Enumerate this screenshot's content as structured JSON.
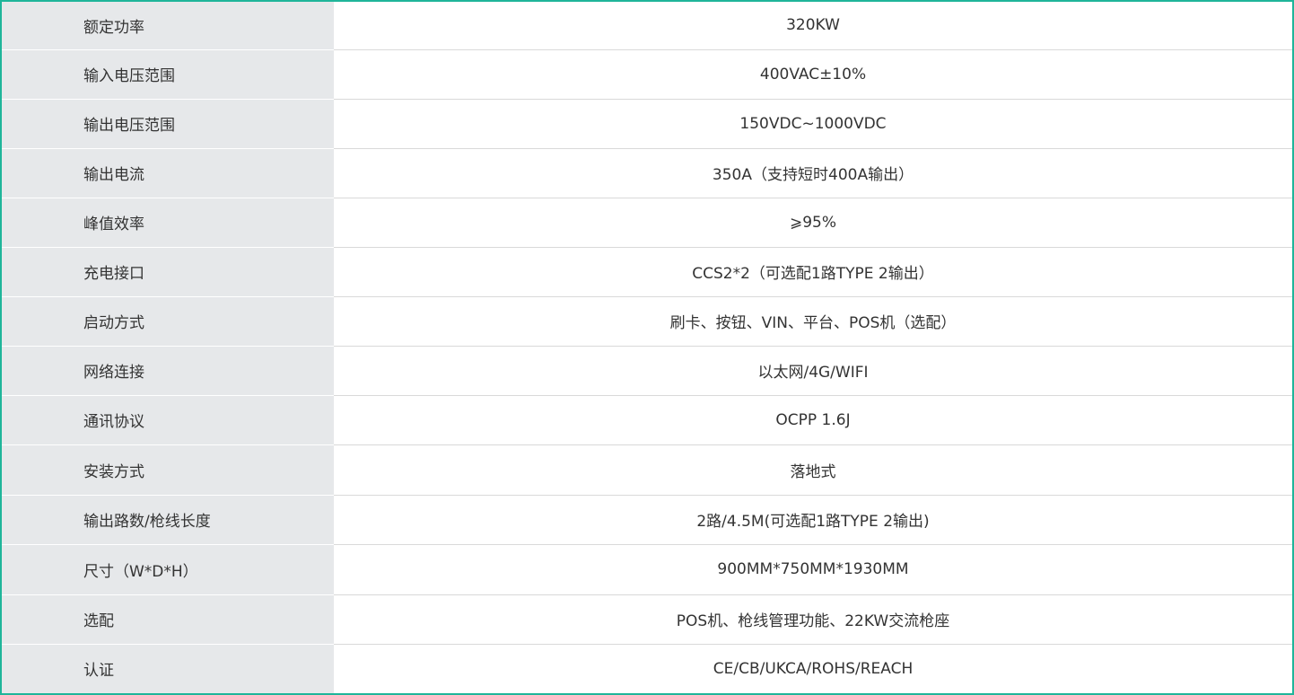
{
  "specs": [
    {
      "label": "额定功率",
      "value": "320KW"
    },
    {
      "label": "输入电压范围",
      "value": "400VAC±10%"
    },
    {
      "label": "输出电压范围",
      "value": "150VDC~1000VDC"
    },
    {
      "label": "输出电流",
      "value": "350A（支持短时400A输出）"
    },
    {
      "label": "峰值效率",
      "value": "⩾95%"
    },
    {
      "label": "充电接口",
      "value": "CCS2*2（可选配1路TYPE 2输出）"
    },
    {
      "label": "启动方式",
      "value": "刷卡、按钮、VIN、平台、POS机（选配）"
    },
    {
      "label": "网络连接",
      "value": "以太网/4G/WIFI"
    },
    {
      "label": "通讯协议",
      "value": "OCPP 1.6J"
    },
    {
      "label": "安装方式",
      "value": "落地式"
    },
    {
      "label": "输出路数/枪线长度",
      "value": "2路/4.5M(可选配1路TYPE 2输出)"
    },
    {
      "label": "尺寸（W*D*H）",
      "value": "900MM*750MM*1930MM"
    },
    {
      "label": "选配",
      "value": "POS机、枪线管理功能、22KW交流枪座"
    },
    {
      "label": "认证",
      "value": "CE/CB/UKCA/ROHS/REACH"
    }
  ],
  "colors": {
    "border": "#1fb59a",
    "label_background": "#e6e8ea",
    "text": "#333333"
  }
}
